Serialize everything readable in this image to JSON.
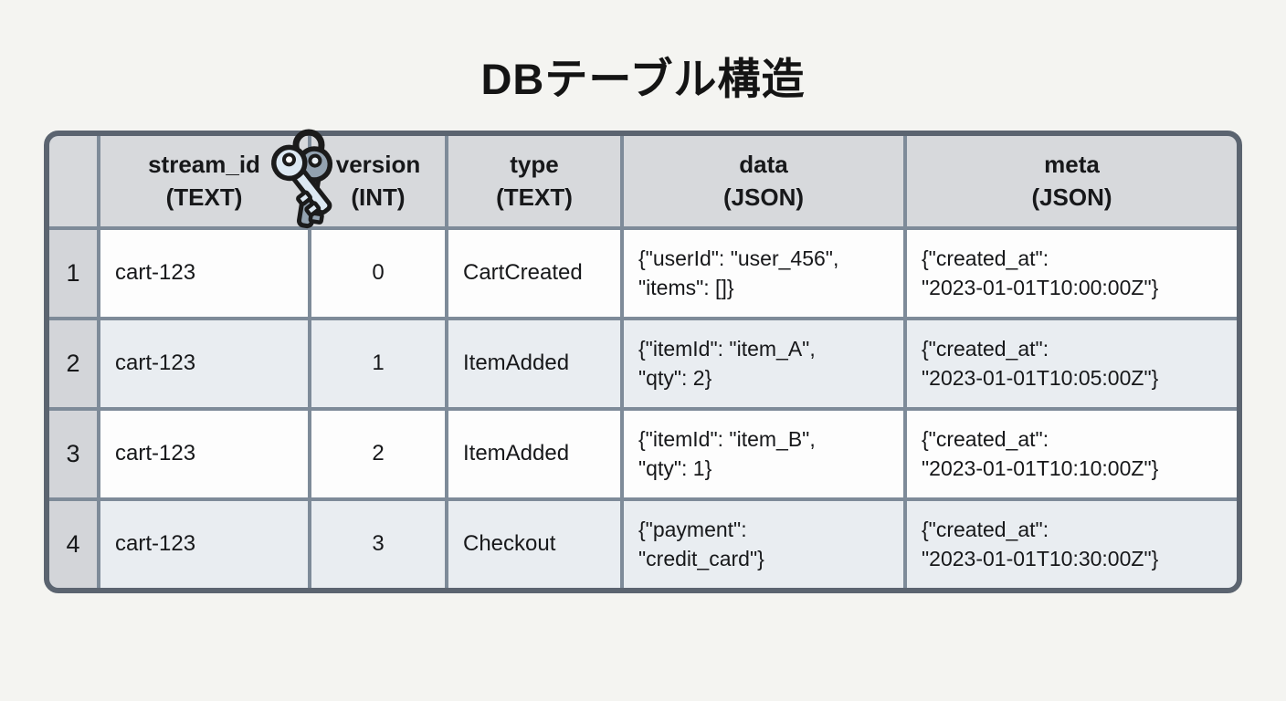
{
  "title": "DBテーブル構造",
  "table": {
    "columns": [
      {
        "label": "",
        "sub": ""
      },
      {
        "label": "stream_id",
        "sub": "(TEXT)"
      },
      {
        "label": "version",
        "sub": "(INT)"
      },
      {
        "label": "type",
        "sub": "(TEXT)"
      },
      {
        "label": "data",
        "sub": "(JSON)"
      },
      {
        "label": "meta",
        "sub": "(JSON)"
      }
    ],
    "rows": [
      {
        "num": "1",
        "stream_id": "cart-123",
        "version": "0",
        "type": "CartCreated",
        "data": "{\"userId\": \"user_456\",\n\"items\": []}",
        "meta": "{\"created_at\":\n\"2023-01-01T10:00:00Z\"}"
      },
      {
        "num": "2",
        "stream_id": "cart-123",
        "version": "1",
        "type": "ItemAdded",
        "data": "{\"itemId\": \"item_A\",\n\"qty\": 2}",
        "meta": "{\"created_at\":\n\"2023-01-01T10:05:00Z\"}"
      },
      {
        "num": "3",
        "stream_id": "cart-123",
        "version": "2",
        "type": "ItemAdded",
        "data": "{\"itemId\": \"item_B\",\n\"qty\": 1}",
        "meta": "{\"created_at\":\n\"2023-01-01T10:10:00Z\"}"
      },
      {
        "num": "4",
        "stream_id": "cart-123",
        "version": "3",
        "type": "Checkout",
        "data": "{\"payment\":\n\"credit_card\"}",
        "meta": "{\"created_at\":\n\"2023-01-01T10:30:00Z\"}"
      }
    ]
  },
  "icons": {
    "primary_key": "keys-icon"
  },
  "colors": {
    "page_bg": "#f4f4f1",
    "outer_border": "#5b6470",
    "grid_line": "#7e8b99",
    "header_bg": "#d7d9dc",
    "num_col_bg": "#d3d5d9",
    "row_odd_bg": "#fdfdfd",
    "row_even_bg": "#e9edf1",
    "key_light": "#dce8f2",
    "key_dark": "#93a2b0",
    "text": "#17181a"
  }
}
